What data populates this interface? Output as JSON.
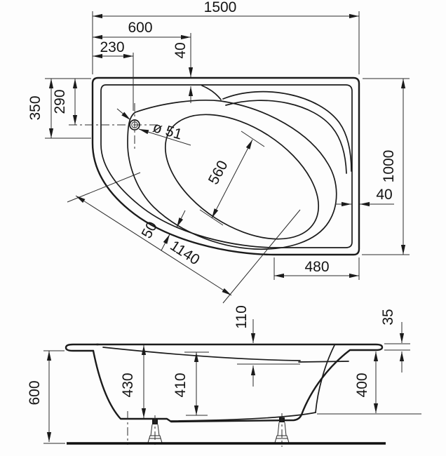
{
  "drawing": {
    "type": "bathtub-dimension-drawing",
    "units": "mm",
    "line_color": "#1b1b1b",
    "background": "#fdfdfd",
    "top_view": {
      "dims": {
        "overall_length": "1500",
        "headrest_offset": "600",
        "drain_offset_x": "230",
        "rim_top": "40",
        "side_left": "350",
        "drain_offset_y": "290",
        "drain_diameter": "ø 51",
        "basin_width": "560",
        "rim_front": "50",
        "front_edge": "1140",
        "bottom_straight": "480",
        "overall_width": "1000",
        "rim_right": "40"
      }
    },
    "side_view": {
      "dims": {
        "shelf_drop": "110",
        "rim_thickness": "35",
        "depth_left": "430",
        "depth_right": "410",
        "base_height": "400",
        "total_height": "600"
      }
    }
  }
}
